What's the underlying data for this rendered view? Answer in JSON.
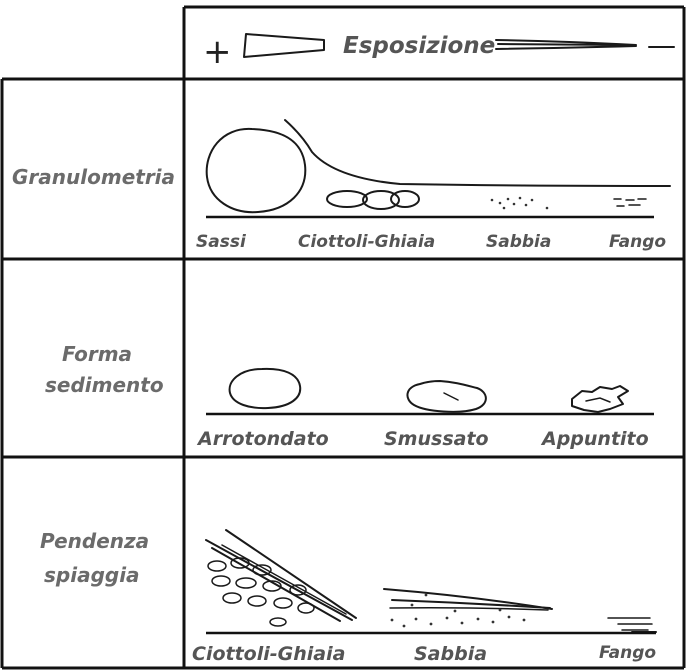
{
  "header": {
    "plus_sign": "+",
    "label": "Esposizione",
    "minus_sign": "–"
  },
  "rows": {
    "granulometria": {
      "label": "Granulometria",
      "items": [
        "Sassi",
        "Ciottoli-Ghiaia",
        "Sabbia",
        "Fango"
      ]
    },
    "forma": {
      "label_line1": "Forma",
      "label_line2": "sedimento",
      "items": [
        "Arrotondato",
        "Smussato",
        "Appuntito"
      ]
    },
    "pendenza": {
      "label_line1": "Pendenza",
      "label_line2": "spiaggia",
      "items": [
        "Ciottoli-Ghiaia",
        "Sabbia",
        "Fango"
      ]
    }
  }
}
